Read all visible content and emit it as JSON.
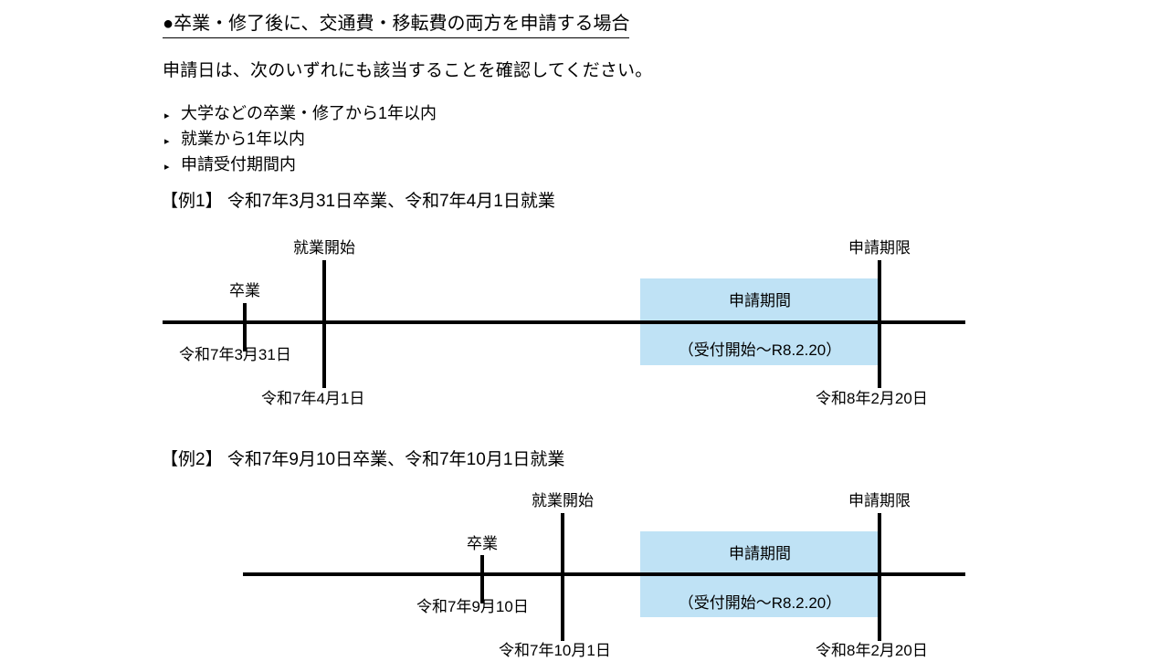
{
  "document": {
    "heading": "●卒業・修了後に、交通費・移転費の両方を申請する場合",
    "lead": "申請日は、次のいずれにも該当することを確認してください。",
    "bullet_marker": "▸",
    "bullets": [
      "大学などの卒業・修了から1年以内",
      "就業から1年以内",
      "申請受付期間内"
    ],
    "band_color": "#bfe2f5",
    "line_color": "#000000",
    "examples": [
      {
        "title": "【例1】 令和7年3月31日卒業、令和7年4月1日就業",
        "graduation_label": "卒業",
        "graduation_date": "令和7年3月31日",
        "employment_label": "就業開始",
        "employment_date": "令和7年4月1日",
        "deadline_label": "申請期限",
        "deadline_date": "令和8年2月20日",
        "period_label": "申請期間",
        "period_range": "（受付開始～R8.2.20）"
      },
      {
        "title": "【例2】 令和7年9月10日卒業、令和7年10月1日就業",
        "graduation_label": "卒業",
        "graduation_date": "令和7年9月10日",
        "employment_label": "就業開始",
        "employment_date": "令和7年10月1日",
        "deadline_label": "申請期限",
        "deadline_date": "令和8年2月20日",
        "period_label": "申請期間",
        "period_range": "（受付開始～R8.2.20）"
      }
    ]
  }
}
